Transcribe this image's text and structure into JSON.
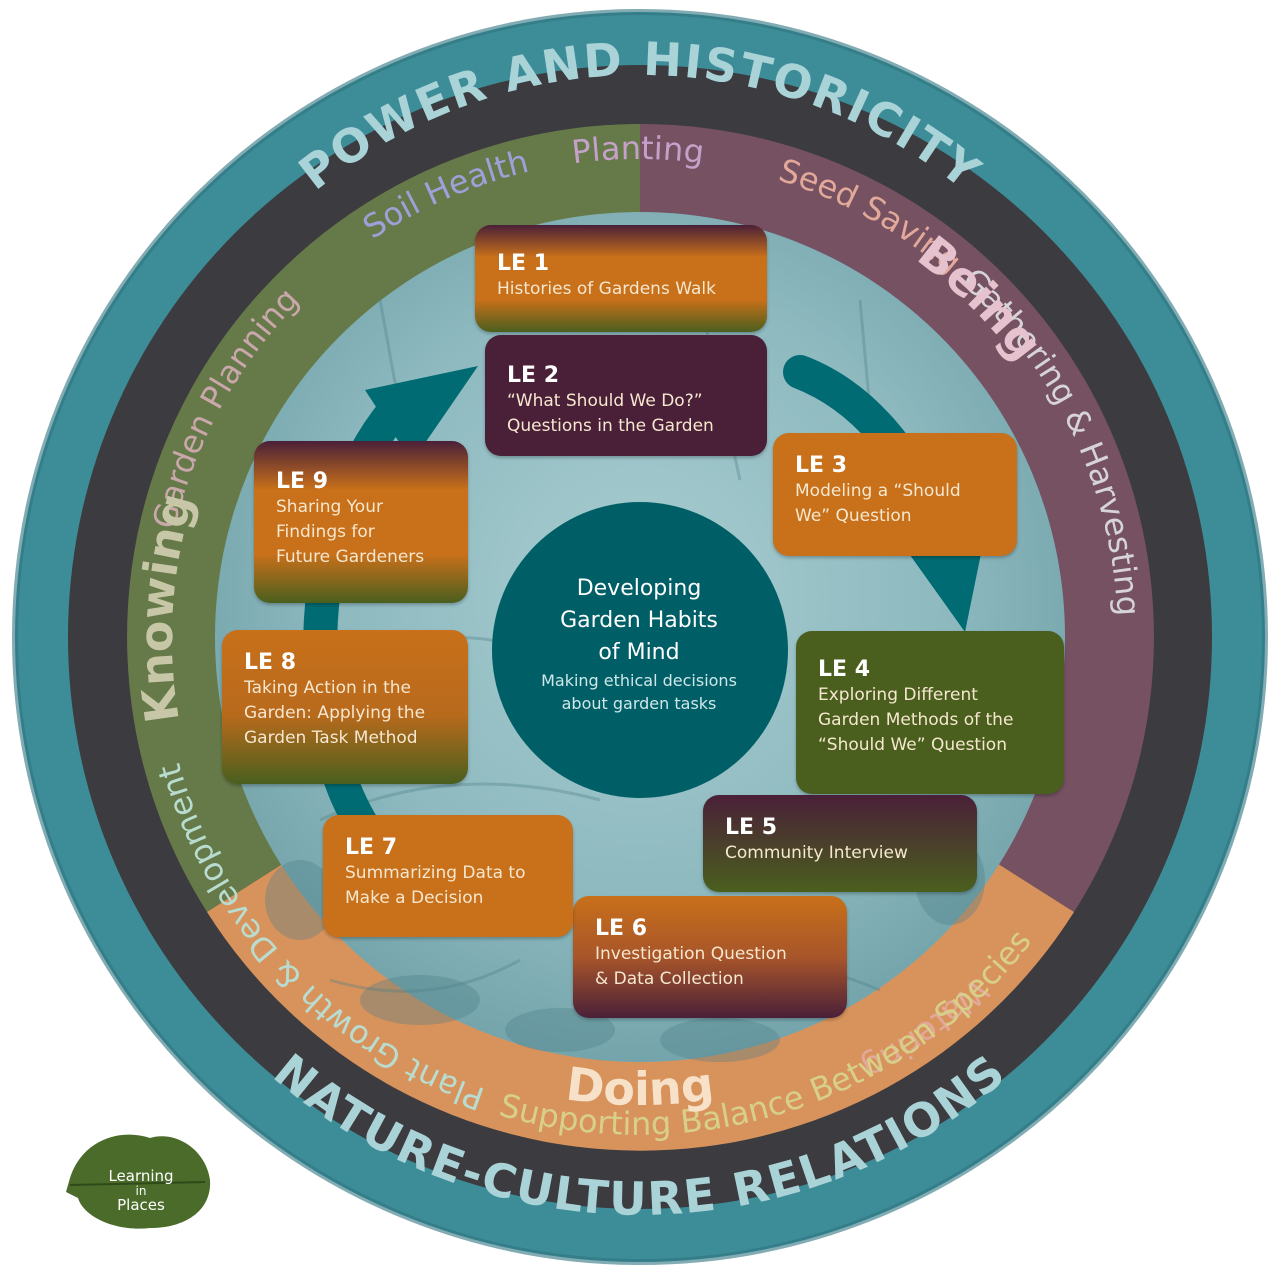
{
  "outer_ring": {
    "top_label": "POWER AND HISTORICITY",
    "bottom_label": "NATURE-CULTURE RELATIONS"
  },
  "practices": {
    "planting": "Planting",
    "soil_health": "Soil Health",
    "seed_saving": "Seed Saving",
    "garden_planning": "Garden Planning",
    "gathering_harvesting": "Gathering & Harvesting",
    "plant_growth": "Plant Growth & Development",
    "watering": "Watering",
    "supporting_balance": "Supporting Balance Between Species"
  },
  "dimensions": {
    "knowing": "Knowing",
    "being": "Being",
    "doing": "Doing"
  },
  "colors": {
    "teal_ring": "#3d8d98",
    "dark_ring": "#3c3b3f",
    "knowing_green": "#667a49",
    "being_mauve": "#755162",
    "doing_orange": "#d8935c",
    "center_teal": "#005f66",
    "le_orange": "#c8701a",
    "le_purple": "#4a2038",
    "le_green": "#4a5f1e"
  },
  "center": {
    "title": "Developing\nGarden Habits\nof Mind",
    "subtitle": "Making ethical decisions\nabout garden tasks"
  },
  "learning_experiences": [
    {
      "id": "le1",
      "number": "LE 1",
      "title": "Histories of Gardens Walk"
    },
    {
      "id": "le2",
      "number": "LE 2",
      "title": "“What Should We Do?”\nQuestions in the Garden"
    },
    {
      "id": "le3",
      "number": "LE 3",
      "title": "Modeling a “Should\nWe” Question"
    },
    {
      "id": "le4",
      "number": "LE 4",
      "title": "Exploring Different\nGarden Methods of the\n“Should We” Question"
    },
    {
      "id": "le5",
      "number": "LE 5",
      "title": "Community Interview"
    },
    {
      "id": "le6",
      "number": "LE 6",
      "title": "Investigation Question\n& Data Collection"
    },
    {
      "id": "le7",
      "number": "LE 7",
      "title": "Summarizing Data to\nMake a Decision"
    },
    {
      "id": "le8",
      "number": "LE 8",
      "title": "Taking Action in the\nGarden: Applying the\nGarden Task Method"
    },
    {
      "id": "le9",
      "number": "LE 9",
      "title": "Sharing Your\nFindings for\nFuture Gardeners"
    }
  ],
  "logo": {
    "line1": "Learning",
    "line2": "in",
    "line3": "Places"
  }
}
